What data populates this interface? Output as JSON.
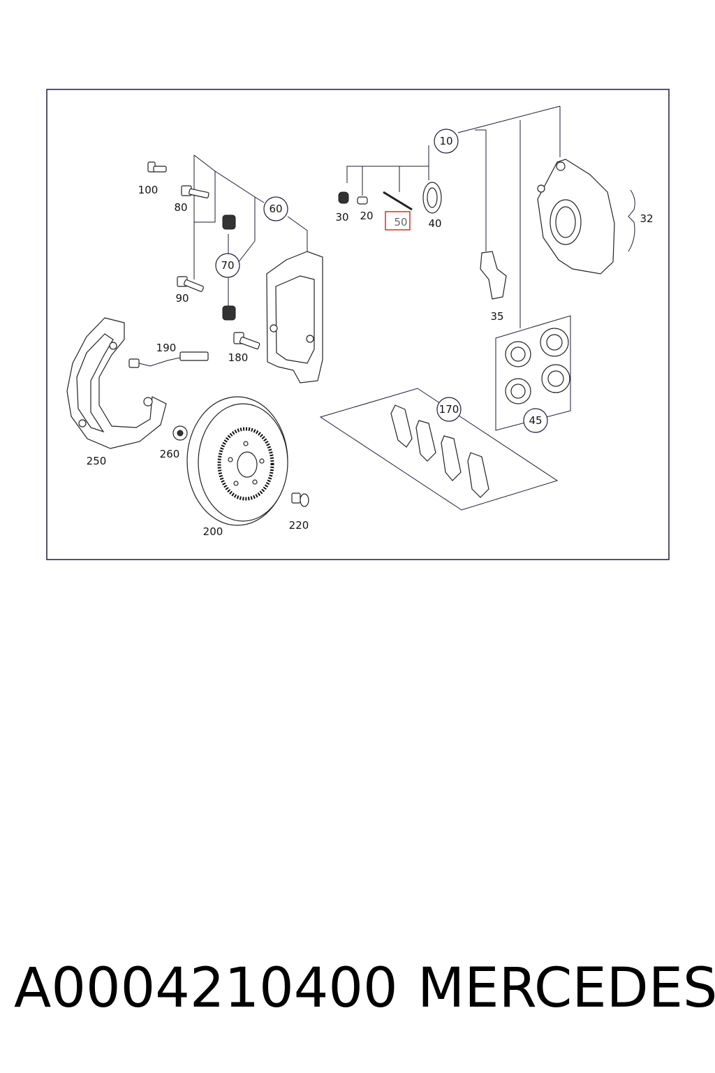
{
  "callouts": {
    "c10": "10",
    "c20": "20",
    "c30": "30",
    "c32": "32",
    "c35": "35",
    "c40": "40",
    "c45": "45",
    "c50": "50",
    "c60": "60",
    "c70": "70",
    "c80": "80",
    "c90": "90",
    "c100": "100",
    "c170": "170",
    "c180": "180",
    "c190": "190",
    "c200": "200",
    "c220": "220",
    "c250": "250",
    "c260": "260"
  },
  "highlight_color": "#d32f2f",
  "caption": {
    "part_number": "A0004210400",
    "brand": "MERCEDES"
  }
}
